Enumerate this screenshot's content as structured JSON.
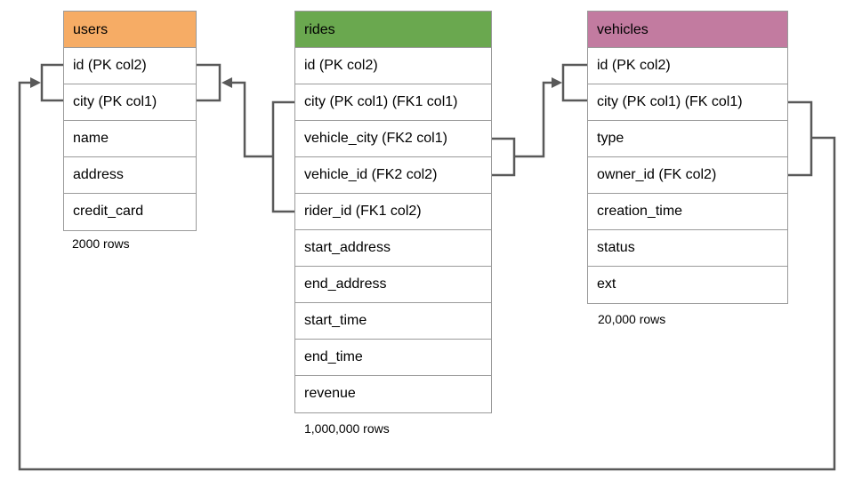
{
  "tables": {
    "users": {
      "title": "users",
      "header_color": "#F6AC65",
      "columns": [
        "id (PK col2)",
        "city (PK col1)",
        "name",
        "address",
        "credit_card"
      ],
      "row_count": "2000 rows"
    },
    "rides": {
      "title": "rides",
      "header_color": "#6AA84F",
      "columns": [
        "id (PK col2)",
        "city (PK col1) (FK1 col1)",
        "vehicle_city (FK2 col1)",
        "vehicle_id (FK2 col2)",
        "rider_id (FK1 col2)",
        "start_address",
        "end_address",
        "start_time",
        "end_time",
        "revenue"
      ],
      "row_count": "1,000,000 rows"
    },
    "vehicles": {
      "title": "vehicles",
      "header_color": "#C27BA0",
      "columns": [
        "id (PK col2)",
        "city (PK col1) (FK col1)",
        "type",
        "owner_id (FK col2)",
        "creation_time",
        "status",
        "ext"
      ],
      "row_count": "20,000 rows"
    }
  },
  "connectors": {
    "line_color": "#595959",
    "relationships": [
      {
        "from_table": "rides",
        "from_columns": [
          "city (FK1 col1)",
          "rider_id (FK1 col2)"
        ],
        "to_table": "users",
        "to_columns": [
          "id (PK col2)",
          "city (PK col1)"
        ]
      },
      {
        "from_table": "rides",
        "from_columns": [
          "vehicle_city (FK2 col1)",
          "vehicle_id (FK2 col2)"
        ],
        "to_table": "vehicles",
        "to_columns": [
          "id (PK col2)",
          "city (PK col1)"
        ]
      },
      {
        "from_table": "vehicles",
        "from_columns": [
          "city (FK col1)",
          "owner_id (FK col2)"
        ],
        "to_table": "users",
        "to_columns": [
          "id (PK col2)",
          "city (PK col1)"
        ]
      }
    ]
  }
}
